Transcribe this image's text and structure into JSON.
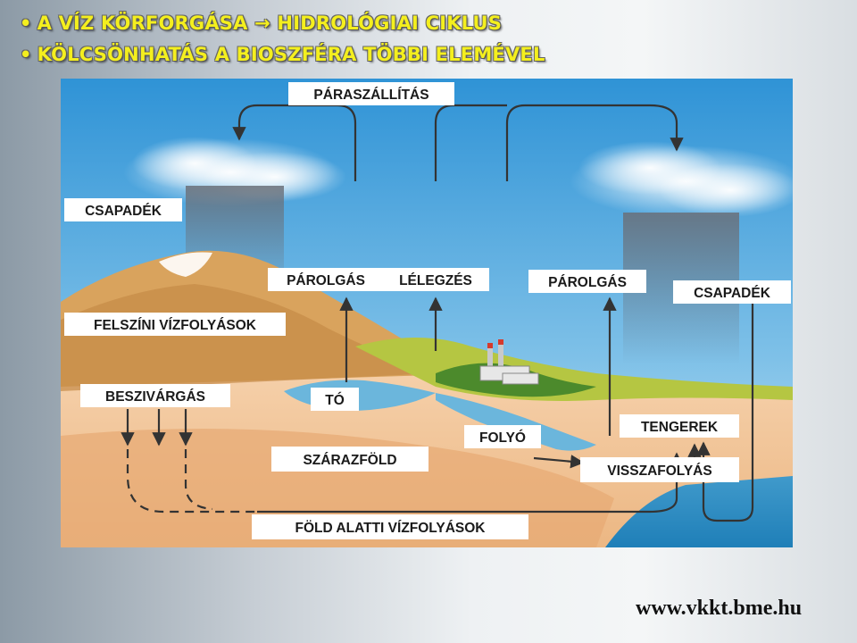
{
  "header": {
    "bullet": "•",
    "line1_left": "A VÍZ KÖRFORGÁSA",
    "line1_arrow": "→",
    "line1_right": "HIDROLÓGIAI CIKLUS",
    "line2": "KÖLCSÖNHATÁS A BIOSZFÉRA TÖBBI ELEMÉVEL"
  },
  "diagram": {
    "labels": {
      "paraszallitas": "PÁRASZÁLLÍTÁS",
      "csapadek_left": "CSAPADÉK",
      "parolgas_left": "PÁROLGÁS",
      "legzes": "LÉLEGZÉS",
      "parolgas_right": "PÁROLGÁS",
      "csapadek_right": "CSAPADÉK",
      "felszini": "FELSZÍNI VÍZFOLYÁSOK",
      "beszivargas": "BESZIVÁRGÁS",
      "to": "TÓ",
      "szarazfold": "SZÁRAZFÖLD",
      "folyo": "FOLYÓ",
      "tengerek": "TENGEREK",
      "visszafolyas": "VISSZAFOLYÁS",
      "fold_alatti": "FÖLD ALATTI VÍZFOLYÁSOK"
    },
    "colors": {
      "sky_top": "#2f93d6",
      "sky_bottom": "#c8e6f5",
      "sea": "#2f8fc4",
      "land_soil": "#f2c49a",
      "grass": "#b5c642"
    }
  },
  "footer": {
    "url": "www.vkkt.bme.hu"
  }
}
